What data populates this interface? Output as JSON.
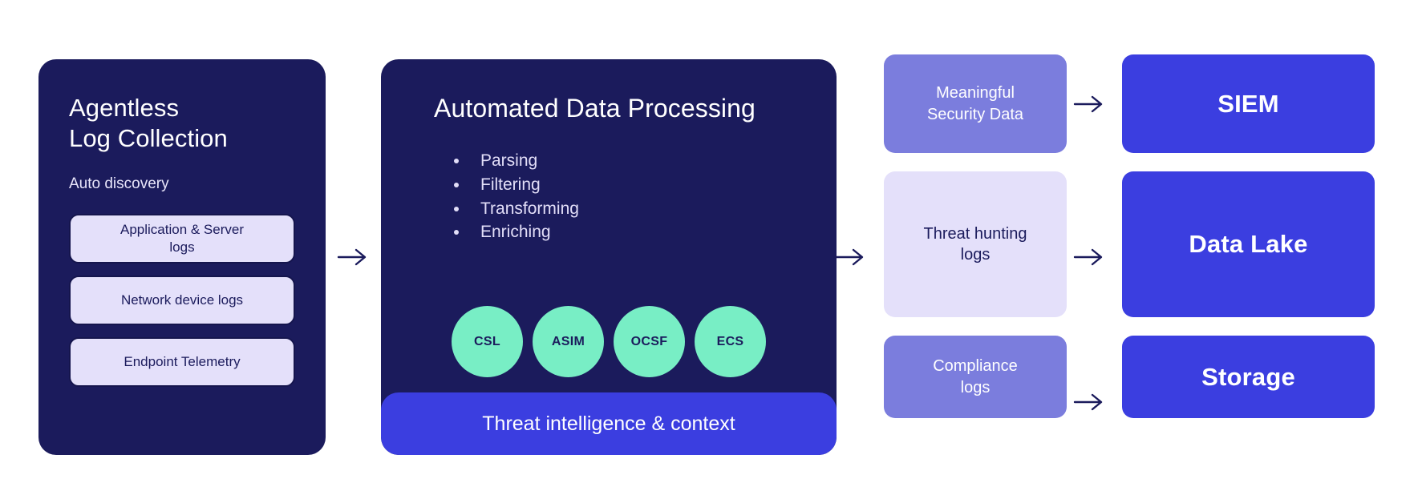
{
  "diagram": {
    "type": "security-data-pipeline-flow",
    "background_color": "#ffffff",
    "palette": {
      "navy": "#1b1b5c",
      "royal_blue": "#3b3ee0",
      "periwinkle": "#7b7ddd",
      "lavender": "#e4e0fa",
      "mint": "#78eec5",
      "white": "#ffffff"
    }
  },
  "collection": {
    "title": "Agentless\nLog Collection",
    "subtitle": "Auto discovery",
    "sources": [
      {
        "label": "Application & Server\nlogs"
      },
      {
        "label": "Network device logs"
      },
      {
        "label": "Endpoint Telemetry"
      }
    ]
  },
  "processing": {
    "title": "Automated Data Processing",
    "steps": [
      {
        "label": "Parsing"
      },
      {
        "label": "Filtering"
      },
      {
        "label": "Transforming"
      },
      {
        "label": "Enriching"
      }
    ],
    "schemas": [
      {
        "label": "CSL"
      },
      {
        "label": "ASIM"
      },
      {
        "label": "OCSF"
      },
      {
        "label": "ECS"
      }
    ],
    "footer_label": "Threat intelligence & context"
  },
  "categories": [
    {
      "label": "Meaningful\nSecurity Data",
      "style": "solid",
      "height": 123
    },
    {
      "label": "Threat hunting\nlogs",
      "style": "light",
      "height": 182
    },
    {
      "label": "Compliance\nlogs",
      "style": "solid",
      "height": 103
    }
  ],
  "destinations": [
    {
      "label": "SIEM",
      "height": 123
    },
    {
      "label": "Data Lake",
      "height": 182
    },
    {
      "label": "Storage",
      "height": 103
    }
  ],
  "arrows": [
    {
      "name": "arrow-collection-to-processing",
      "glyph": "→"
    },
    {
      "name": "arrow-processing-to-categories",
      "glyph": "→"
    },
    {
      "name": "arrow-meaningful-to-siem",
      "glyph": "→"
    },
    {
      "name": "arrow-threat-hunting-to-data-lake",
      "glyph": "→"
    },
    {
      "name": "arrow-compliance-to-storage",
      "glyph": "→"
    }
  ]
}
